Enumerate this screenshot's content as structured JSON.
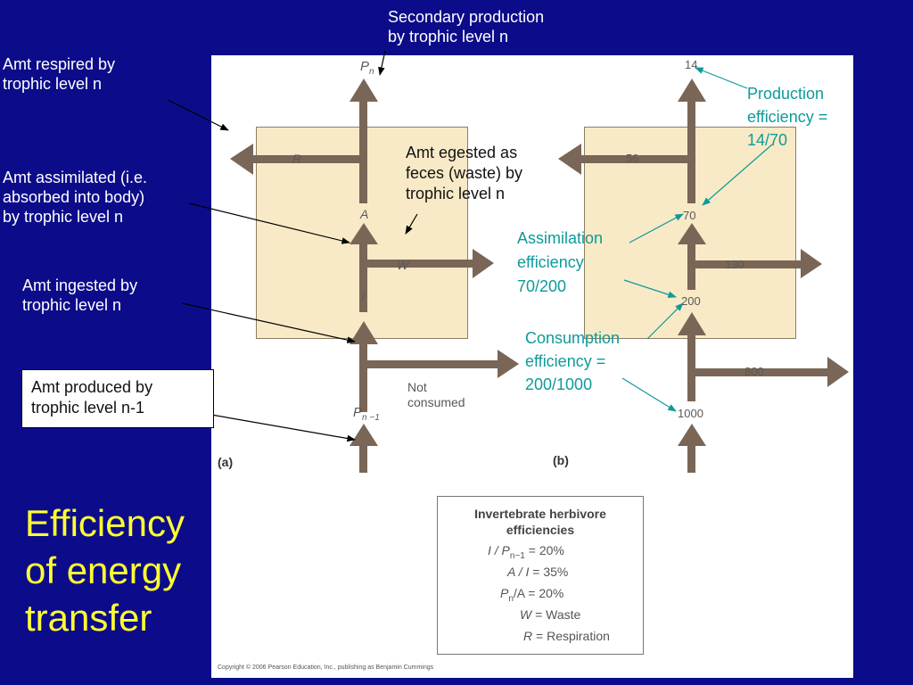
{
  "title": [
    "Efficiency",
    "of energy",
    "transfer"
  ],
  "annotations": {
    "secondary_production": [
      "Secondary production",
      "by trophic level n"
    ],
    "respired": [
      "Amt respired by",
      "trophic level n"
    ],
    "assimilated": [
      "Amt assimilated (i.e.",
      "absorbed into body)",
      "by trophic level n"
    ],
    "ingested": [
      "Amt ingested by",
      "trophic level n"
    ],
    "produced": [
      "Amt produced by",
      "trophic level n-1"
    ],
    "egested": [
      "Amt egested as",
      "feces (waste) by",
      "trophic level n"
    ],
    "production_efficiency": [
      "Production",
      "efficiency =",
      "14/70"
    ],
    "assimilation_efficiency": [
      "Assimilation",
      "efficiency",
      "70/200"
    ],
    "consumption_efficiency": [
      "Consumption",
      "efficiency =",
      "200/1000"
    ]
  },
  "panel_a": {
    "label": "(a)",
    "pn": "P",
    "pn_sub": "n",
    "r": "R",
    "a": "A",
    "w": "W",
    "i": "I",
    "pn1": "P",
    "pn1_sub": "n −1",
    "not_consumed": [
      "Not",
      "consumed"
    ]
  },
  "panel_b": {
    "label": "(b)",
    "values": {
      "production": "14",
      "respiration": "56",
      "assimilated": "70",
      "waste": "130",
      "ingested": "200",
      "not_consumed": "800",
      "prey_production": "1000"
    }
  },
  "legend": {
    "title": [
      "Invertebrate herbivore",
      "efficiencies"
    ],
    "rows": [
      {
        "lhs": "I / P",
        "sub": "n−1",
        "rhs": " = 20%"
      },
      {
        "lhs": "A / I",
        "sub": "",
        "rhs": " = 35%"
      },
      {
        "lhs": "P",
        "sub": "n",
        "rhs": "/A = 20%"
      },
      {
        "lhs": "W",
        "sub": "",
        "rhs": " = Waste"
      },
      {
        "lhs": "R",
        "sub": "",
        "rhs": " = Respiration"
      }
    ]
  },
  "copyright": "Copyright © 2006 Pearson Education, Inc., publishing as Benjamin Cummings",
  "colors": {
    "background": "#0c0c8a",
    "flow_arrow": "#7a6656",
    "box_fill": "#f8eac6",
    "teal_text": "#0f9a9a",
    "title_text": "#ffff33"
  }
}
